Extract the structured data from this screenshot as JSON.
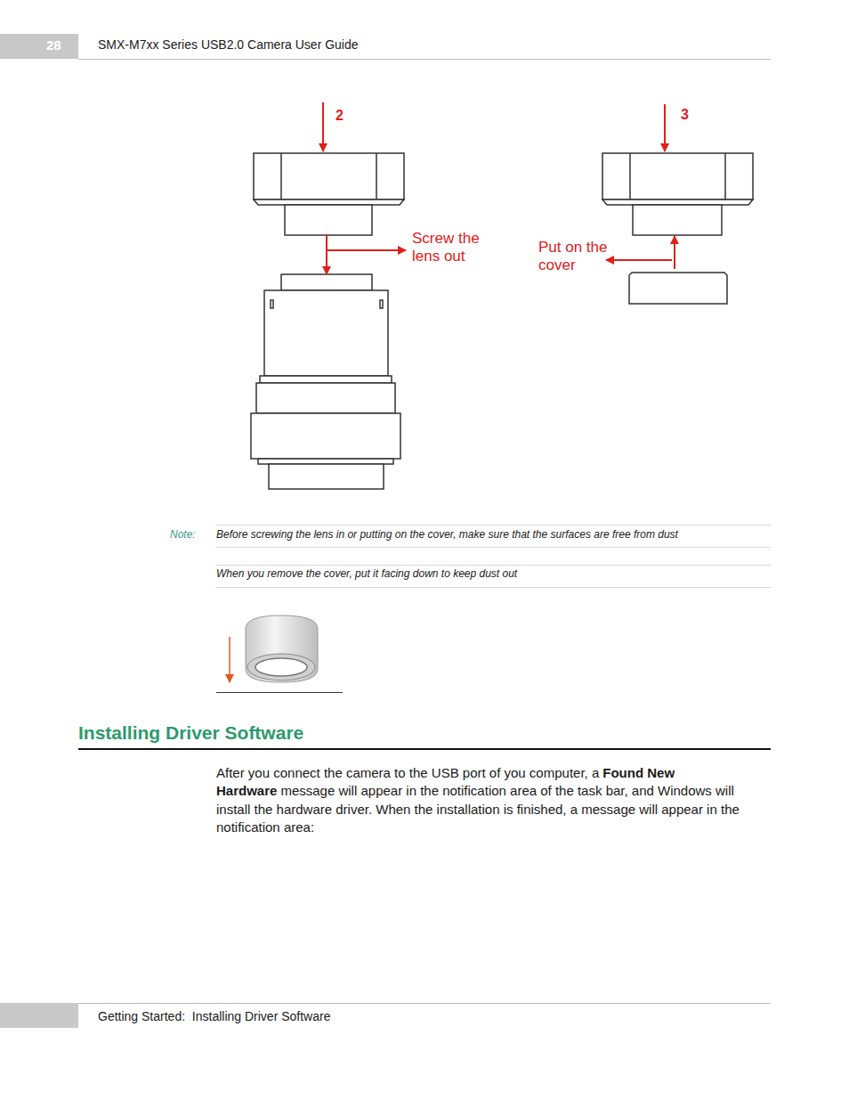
{
  "diagram": {
    "title": "Installing Driver Software",
    "labels": [
      "28",
      "SMX-M7xx Series USB2.0 Camera User Guide",
      "2",
      "Screw the lens out",
      "3",
      "Put on the cover",
      "Note:",
      "Before screwing the lens in or putting on the cover, make sure that the surfaces are free from dust",
      "When you remove the cover, put it facing down to keep dust out",
      "After you connect the camera to the USB port of you computer, a",
      "Found New Hardware",
      "message will appear in the notification area of the task bar, and Windows will install the hardware driver. When the installation is finished, a message will appear in the notification area:",
      "Getting Started:  Installing Driver Software"
    ]
  }
}
